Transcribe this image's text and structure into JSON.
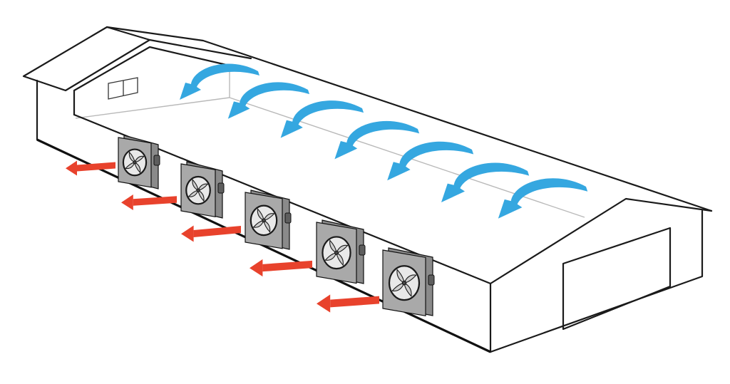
{
  "colors": {
    "intake_airflow": "#35a7e0",
    "exhaust_airflow": "#e8422c",
    "fan_housing": "#8a8a8a",
    "fan_face": "#a9a9a9",
    "building_outline": "#1a1a1a",
    "background": "#ffffff"
  },
  "components": {
    "building": "barn-building",
    "end_door": "sliding-door",
    "gable_window": "window",
    "fan_icon": "exhaust-fan-icon",
    "intake_arrow_icon": "curved-arrow-icon",
    "exhaust_arrow_icon": "arrow-left-icon"
  },
  "counts": {
    "exhaust_fans": 5,
    "intake_arrows": 7,
    "exhaust_arrows": 5
  }
}
